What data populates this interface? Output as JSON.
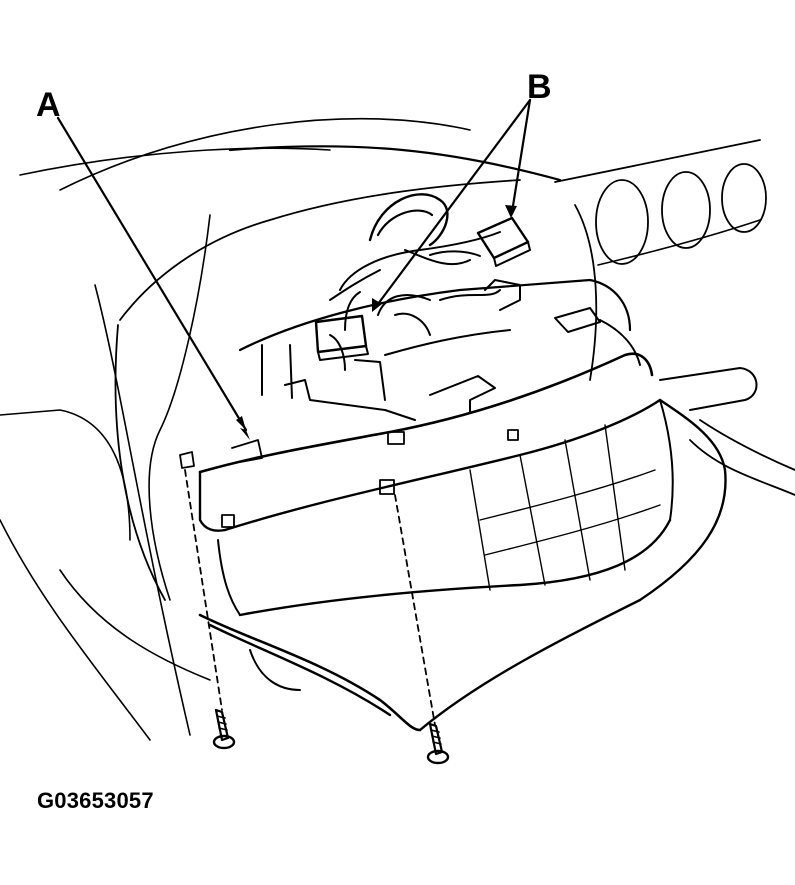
{
  "labels": {
    "a": "A",
    "b": "B"
  },
  "figure_id": "G03653057",
  "colors": {
    "ink": "#000000",
    "paper": "#ffffff"
  }
}
